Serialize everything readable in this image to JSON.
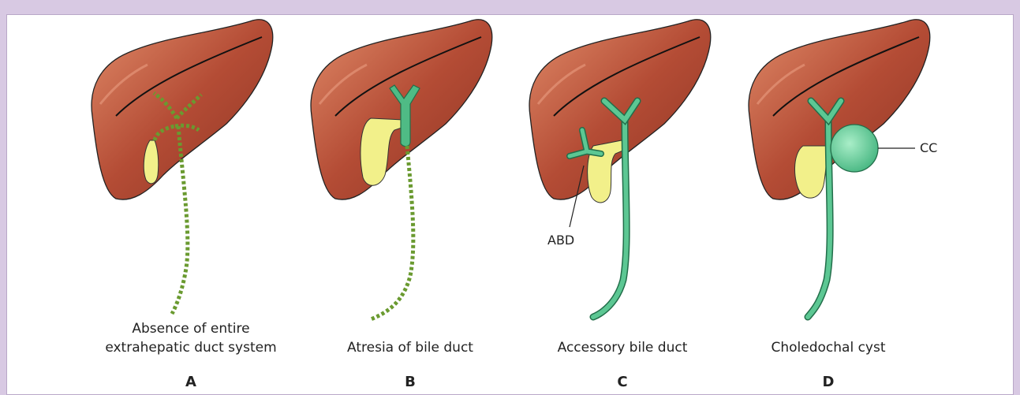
{
  "panels": [
    {
      "letter": "A",
      "caption_line1": "Absence of entire",
      "caption_line2": "extrahepatic duct system"
    },
    {
      "letter": "B",
      "caption_line1": "Atresia of bile duct",
      "caption_line2": ""
    },
    {
      "letter": "C",
      "caption_line1": "Accessory bile duct",
      "caption_line2": ""
    },
    {
      "letter": "D",
      "caption_line1": "Choledochal cyst",
      "caption_line2": ""
    }
  ],
  "labels": {
    "abd": "ABD",
    "cc": "CC"
  },
  "colors": {
    "liver": "#b04a33",
    "liver_highlight": "#d9785a",
    "gallbladder": "#f2f08a",
    "duct": "#3fb27c",
    "dashed_duct": "#7aa03a",
    "frame_background": "#d8c9e3"
  }
}
